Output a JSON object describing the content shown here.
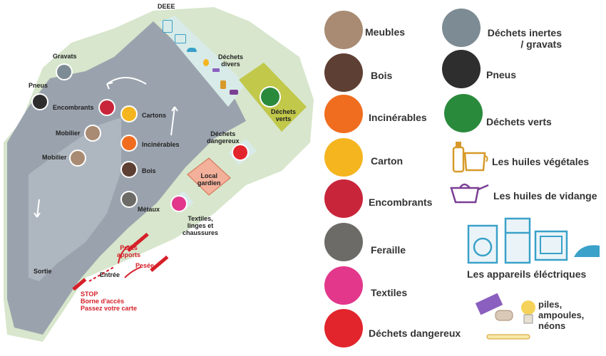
{
  "map": {
    "labels": {
      "deee": "DEEE",
      "gravats": "Gravats",
      "pneus": "Pneus",
      "encombrants": "Encombrants",
      "mobilier1": "Mobilier",
      "mobilier2": "Mobilier",
      "cartons": "Cartons",
      "incinerables": "Incinérables",
      "bois": "Bois",
      "metaux": "Métaux",
      "dechets_divers": "Déchets\ndivers",
      "dechets_verts": "Déchets\nverts",
      "dechets_dangereux": "Déchets\ndangereux",
      "local_gardien": "Local\ngardien",
      "textiles": "Textiles,\nlinges et\nchaussures",
      "petits_apports": "Petits\napports",
      "pesee": "Pesée",
      "entree": "Entrée",
      "sortie": "Sortie",
      "stop": "STOP\nBorne d'accès\nPassez votre carte"
    }
  },
  "legend": {
    "meubles": "Meubles",
    "dechets_inertes": "Déchets inertes\n/ gravats",
    "bois": "Bois",
    "pneus": "Pneus",
    "incinerables": "Incinérables",
    "dechets_verts": "Déchets verts",
    "carton": "Carton",
    "huiles_vegetales": "Les huiles végétales",
    "encombrants": "Encombrants",
    "huiles_vidange": "Les huiles de vidange",
    "feraille": "Feraille",
    "appareils": "Les appareils éléctriques",
    "textiles": "Textiles",
    "piles": "piles,\nampoules,\nnéons",
    "dechets_dangereux": "Déchets dangereux"
  },
  "colors": {
    "meubles": "#a88b72",
    "inertes": "#7d8b94",
    "bois": "#5e3f33",
    "pneus": "#2e2e2e",
    "incinerables": "#f06d1f",
    "verts": "#2a8a3c",
    "carton": "#f5b51f",
    "encombrants": "#c8253b",
    "feraille": "#6d6b67",
    "textiles": "#e2378b",
    "dangereux": "#e2242c",
    "huiles_vegetales": "#d79a2a",
    "huiles_vidange": "#7b3f94",
    "appareils": "#3aa1c9",
    "piles": "#8a5fbf",
    "map_grey": "#9aa3ad",
    "map_green": "#d7e6cc",
    "map_teal": "#d8ebe8",
    "map_olive": "#c1c84a"
  }
}
